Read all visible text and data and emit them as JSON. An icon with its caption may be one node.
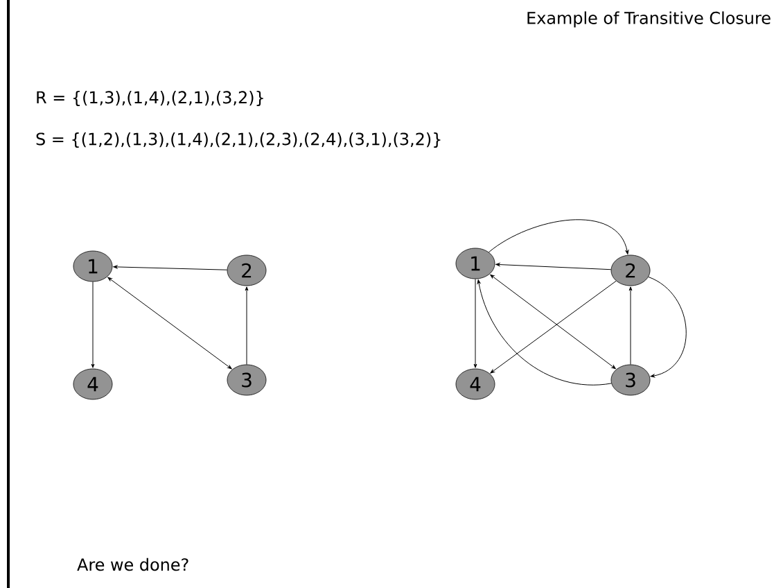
{
  "diagram": {
    "title": "Example of Transitive Closure",
    "nodes": [
      {
        "text": [
          "1"
        ]
      },
      {
        "text": [
          "2"
        ]
      },
      {
        "text": [
          "3"
        ]
      },
      {
        "text": [
          "4"
        ]
      },
      {
        "text": [
          "1"
        ]
      },
      {
        "text": [
          "2"
        ]
      },
      {
        "text": [
          "3"
        ]
      },
      {
        "text": [
          "4"
        ]
      }
    ],
    "edges": [
      {
        "from": 0,
        "to": 3,
        "arrow": "to"
      },
      {
        "from": 1,
        "to": 0,
        "arrow": "to"
      },
      {
        "from": 0,
        "to": 2,
        "arrow": "both"
      },
      {
        "from": 2,
        "to": 1,
        "arrow": "to"
      },
      {
        "from": 4,
        "to": 7,
        "arrow": "to"
      },
      {
        "from": 5,
        "to": 4,
        "arrow": "to"
      },
      {
        "from": 4,
        "to": 6,
        "arrow": "both"
      },
      {
        "from": 6,
        "to": 5,
        "arrow": "to"
      },
      {
        "from": 4,
        "to": 5,
        "arrow": "to"
      },
      {
        "from": 5,
        "to": 6,
        "arrow": "to"
      },
      {
        "from": 5,
        "to": 7,
        "arrow": "to"
      },
      {
        "from": 6,
        "to": 4,
        "arrow": "to"
      }
    ],
    "labels": [
      "R = {(1,3),(1,4),(2,1),(3,2)}",
      "S = {(1,2),(1,3),(1,4),(2,1),(2,3),(2,4),(3,1),(3,2)}",
      "Are we done?"
    ]
  }
}
